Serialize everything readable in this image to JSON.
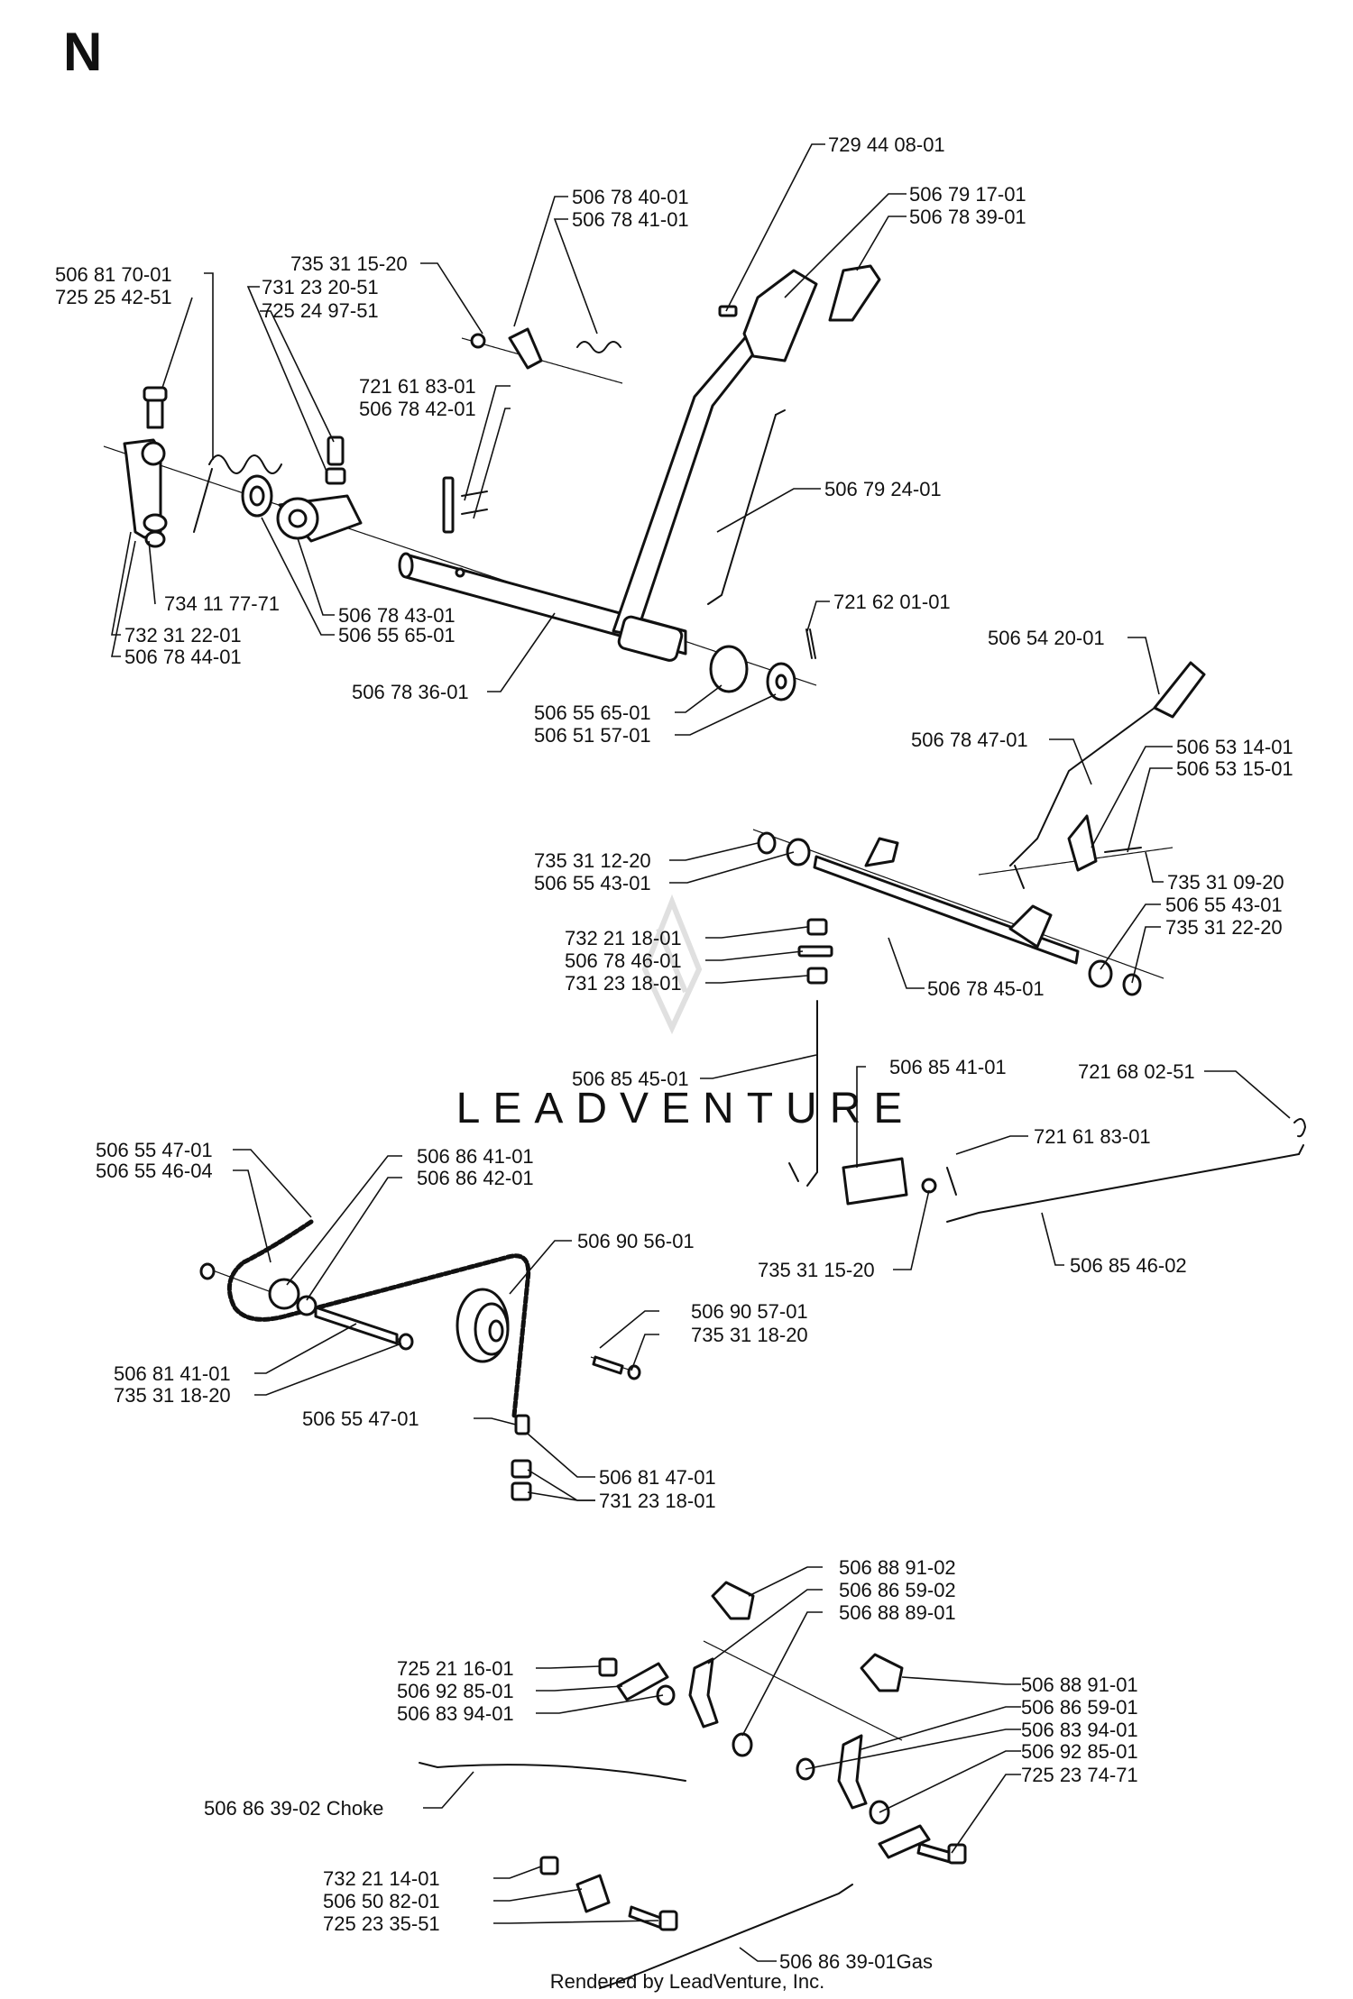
{
  "page": {
    "section_letter": "N",
    "watermark": "LEADVENTURE",
    "footer": "Rendered by LeadVenture, Inc."
  },
  "labels": [
    "729 44 08-01",
    "506 79 17-01",
    "506 78 39-01",
    "506 78 40-01",
    "506 78 41-01",
    "735 31 15-20",
    "506 81 70-01",
    "725 25 42-51",
    "731 23 20-51",
    "725 24 97-51",
    "721 61 83-01",
    "506 78 42-01",
    "506 79 24-01",
    "734 11 77-71",
    "506 78 43-01",
    "506 55 65-01",
    "732 31 22-01",
    "506 78 44-01",
    "721 62 01-01",
    "506 78 36-01",
    "506 55 65-01",
    "506 51 57-01",
    "506 54 20-01",
    "506 78 47-01",
    "506 53 14-01",
    "506 53 15-01",
    "735 31 12-20",
    "506 55 43-01",
    "735 31 09-20",
    "506 55 43-01",
    "735 31 22-20",
    "732 21 18-01",
    "506 78 46-01",
    "731 23 18-01",
    "506 78 45-01",
    "506 85 45-01",
    "506 85 41-01",
    "721 68 02-51",
    "721 61 83-01",
    "506 55 47-01",
    "506 55 46-04",
    "506 86 41-01",
    "506 86 42-01",
    "506 90 56-01",
    "735 31 15-20",
    "506 85 46-02",
    "506 90 57-01",
    "735 31 18-20",
    "506 81 41-01",
    "735 31 18-20",
    "506 55 47-01",
    "506 81 47-01",
    "731 23 18-01",
    "506 88 91-02",
    "506 86 59-02",
    "506 88 89-01",
    "725 21 16-01",
    "506 92 85-01",
    "506 83 94-01",
    "506 88 91-01",
    "506 86 59-01",
    "506 83 94-01",
    "506 92 85-01",
    "725 23 74-71",
    "506 86 39-02 Choke",
    "732 21 14-01",
    "506 50 82-01",
    "725 23 35-51",
    "506 86 39-01Gas"
  ]
}
